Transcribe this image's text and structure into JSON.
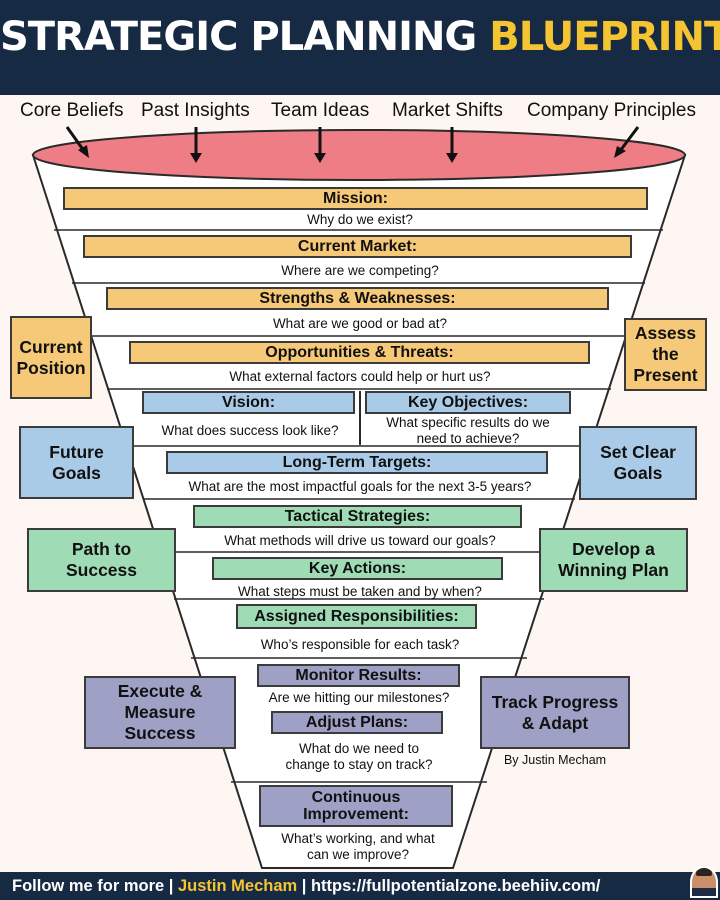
{
  "header": {
    "title_main": "STRATEGIC PLANNING",
    "title_highlight": "BLUEPRINT"
  },
  "inputs": [
    "Core Beliefs",
    "Past Insights",
    "Team Ideas",
    "Market Shifts",
    "Company Principles"
  ],
  "stages": {
    "mission": {
      "label": "Mission:",
      "question": "Why do we exist?"
    },
    "current_market": {
      "label": "Current Market:",
      "question": "Where are we competing?"
    },
    "strengths_weaknesses": {
      "label": "Strengths & Weaknesses:",
      "question": "What are we good or bad at?"
    },
    "opportunities_threats": {
      "label": "Opportunities & Threats:",
      "question": "What external factors could help or hurt us?"
    },
    "vision": {
      "label": "Vision:",
      "question": "What does success look like?"
    },
    "key_objectives": {
      "label": "Key Objectives:",
      "question_line1": "What specific results do we",
      "question_line2": "need to achieve?"
    },
    "long_term_targets": {
      "label": "Long-Term Targets:",
      "question": "What are the most impactful goals for the next 3-5 years?"
    },
    "tactical_strategies": {
      "label": "Tactical Strategies:",
      "question": "What methods will drive us toward our goals?"
    },
    "key_actions": {
      "label": "Key Actions:",
      "question": "What steps must be taken and by when?"
    },
    "assigned_responsibilities": {
      "label": "Assigned Responsibilities:",
      "question": "Who’s responsible for each task?"
    },
    "monitor_results": {
      "label": "Monitor Results:",
      "question": "Are we hitting our milestones?"
    },
    "adjust_plans": {
      "label": "Adjust Plans:",
      "question_line1": "What do we need to",
      "question_line2": "change to stay on track?"
    },
    "continuous_improvement": {
      "label_line1": "Continuous",
      "label_line2": "Improvement:",
      "question_line1": "What’s working, and what",
      "question_line2": "can we improve?"
    }
  },
  "sides": {
    "left": [
      {
        "line1": "Current",
        "line2": "Position",
        "line3": ""
      },
      {
        "line1": "Future",
        "line2": "Goals",
        "line3": ""
      },
      {
        "line1": "Path to",
        "line2": "Success",
        "line3": ""
      },
      {
        "line1": "Execute &",
        "line2": "Measure",
        "line3": "Success"
      }
    ],
    "right": [
      {
        "line1": "Assess",
        "line2": "the",
        "line3": "Present"
      },
      {
        "line1": "Set Clear",
        "line2": "Goals",
        "line3": ""
      },
      {
        "line1": "Develop a",
        "line2": "Winning Plan",
        "line3": ""
      },
      {
        "line1": "Track Progress",
        "line2": "& Adapt",
        "line3": ""
      }
    ]
  },
  "byline": "By Justin Mecham",
  "footer": {
    "prefix": "Follow me for more | ",
    "name": "Justin Mecham",
    "suffix": " | https://fullpotentialzone.beehiiv.com/"
  },
  "colors": {
    "header_bg": "#172a44",
    "highlight": "#f5c431",
    "yellow": "#f6c978",
    "blue": "#a9cbe8",
    "green": "#9fdcb5",
    "purple": "#9ea0c6",
    "ellipse": "#ef7d86"
  }
}
